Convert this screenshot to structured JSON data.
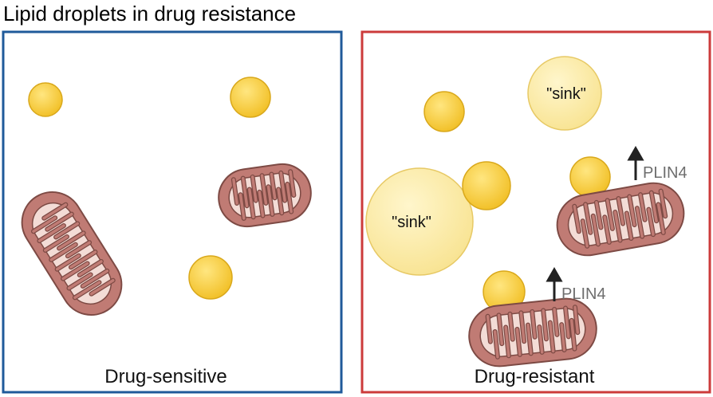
{
  "title": "Lipid droplets in drug resistance",
  "panels": {
    "left": {
      "label": "Drug-sensitive",
      "border_color": "#1f5a9a"
    },
    "right": {
      "label": "Drug-resistant",
      "border_color": "#cc3b3b"
    }
  },
  "sink_label": "\"sink\"",
  "plin_label": "PLIN4",
  "colors": {
    "droplet_fill": "#f7cc33",
    "droplet_stroke": "#d9a81b",
    "sink_fill": "#fbeaa6",
    "sink_stroke": "#e7c965",
    "mito_outer": "#c07b74",
    "mito_inner": "#f3dcd6",
    "mito_stroke": "#7d4a44",
    "arrow": "#222222"
  },
  "icons": {
    "droplet": "lipid-droplet-icon",
    "mitochondrion": "mitochondrion-icon",
    "arrow": "up-arrow-icon"
  }
}
